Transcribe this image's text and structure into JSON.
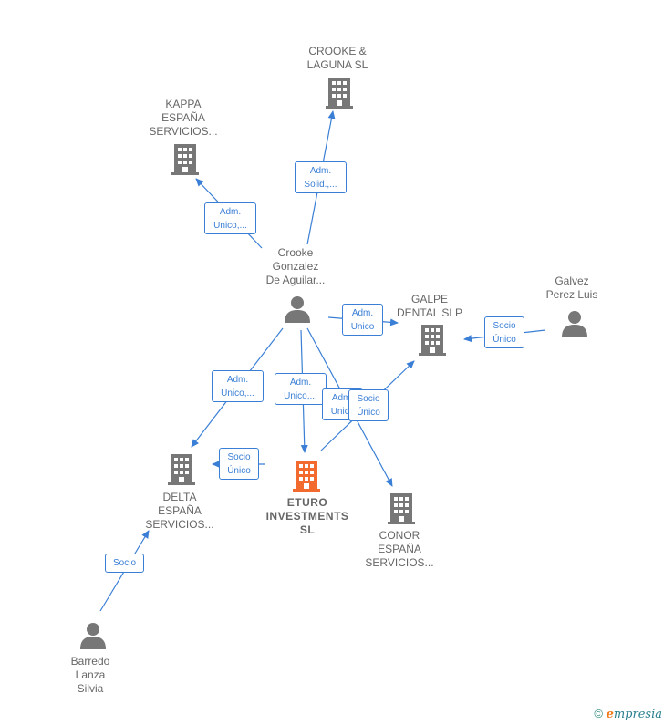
{
  "colors": {
    "edge": "#3a7fd5",
    "node": "#777777",
    "focus": "#f26a2e"
  },
  "nodes": {
    "crooke_laguna": {
      "label": "CROOKE &\nLAGUNA  SL",
      "icon": "building-icon"
    },
    "kappa": {
      "label": "KAPPA\nESPAÑA\nSERVICIOS...",
      "icon": "building-icon"
    },
    "crooke_person": {
      "label": "Crooke\nGonzalez\nDe Aguilar...",
      "icon": "person-icon"
    },
    "galpe": {
      "label": "GALPE\nDENTAL  SLP",
      "icon": "building-icon"
    },
    "galvez": {
      "label": "Galvez\nPerez Luis",
      "icon": "person-icon"
    },
    "delta": {
      "label": "DELTA\nESPAÑA\nSERVICIOS...",
      "icon": "building-icon"
    },
    "eturo": {
      "label": "ETURO\nINVESTMENTS\nSL",
      "icon": "building-icon"
    },
    "conor": {
      "label": "CONOR\nESPAÑA\nSERVICIOS...",
      "icon": "building-icon"
    },
    "barredo": {
      "label": "Barredo\nLanza\nSilvia",
      "icon": "person-icon"
    }
  },
  "edges": {
    "adm_solid": "Adm.\nSolid.,...",
    "adm_unico_kappa": "Adm.\nUnico,...",
    "adm_unico_galpe": "Adm.\nUnico",
    "socio_unico_galvez": "Socio\nÚnico",
    "adm_unico_delta": "Adm.\nUnico,...",
    "adm_unico_eturo": "Adm.\nUnico,...",
    "adm_unico_conor": "Adm.\nUnico",
    "socio_unico_galpe": "Socio\nÚnico",
    "socio_unico_delta": "Socio\nÚnico",
    "socio_barredo": "Socio"
  },
  "footer": {
    "copyright": "©",
    "brand_initial": "e",
    "brand_rest": "mpresia"
  }
}
